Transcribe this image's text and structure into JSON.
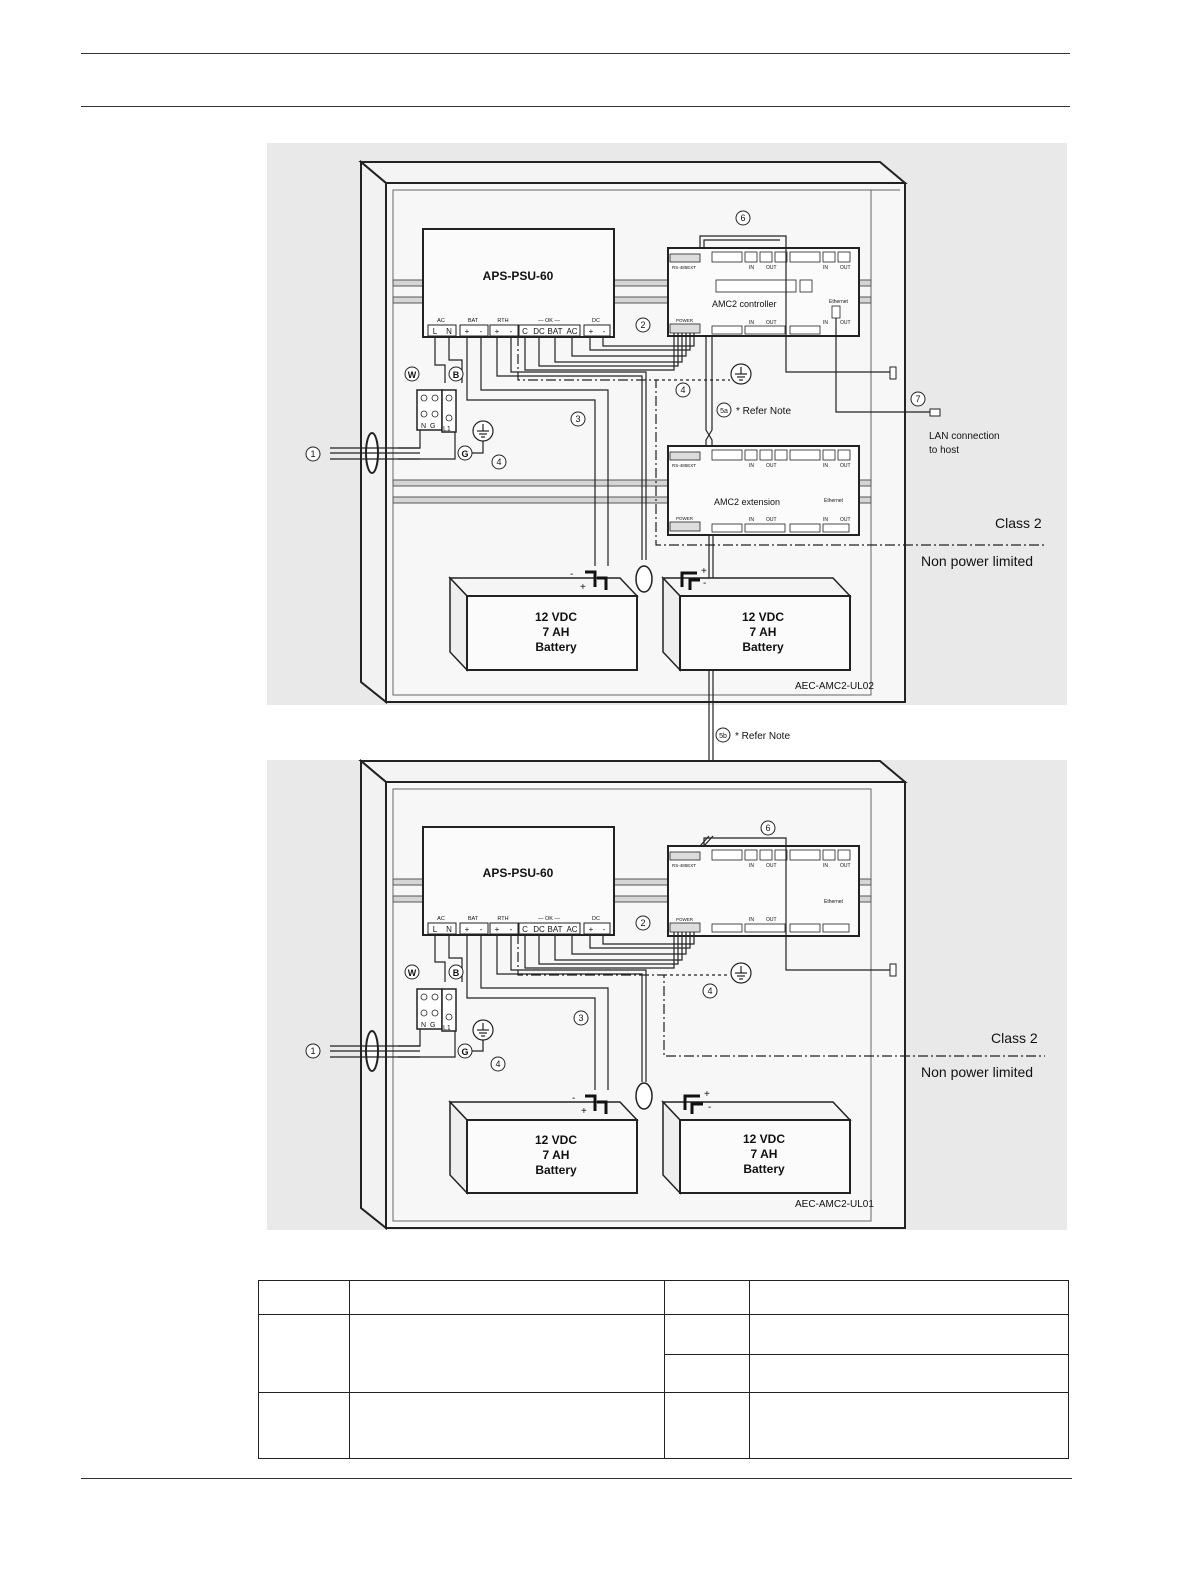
{
  "top_unit": {
    "model": "AEC-AMC2-UL02",
    "psu": "APS-PSU-60",
    "psu_terminal_groups": [
      "AC",
      "BAT",
      "RTH",
      "— OK —",
      "DC"
    ],
    "psu_terminals": [
      "L",
      "N",
      "+",
      "-",
      "+",
      "-",
      "C",
      "DC",
      "BAT",
      "AC",
      "+",
      "-"
    ],
    "controller_label": "AMC2 controller",
    "extension_label": "AMC2 extension",
    "module_labels": [
      "RS-485EXT",
      "POWER",
      "IN",
      "OUT",
      "Ethernet"
    ],
    "battery": [
      "12 VDC",
      "7 AH",
      "Battery"
    ],
    "refer_note": "* Refer Note",
    "lan_label": [
      "LAN connection",
      "to host"
    ],
    "class_label": "Class 2",
    "nonpower_label": "Non power limited"
  },
  "bottom_unit": {
    "model": "AEC-AMC2-UL01",
    "psu": "APS-PSU-60",
    "battery": [
      "12 VDC",
      "7 AH",
      "Battery"
    ],
    "refer_note": "* Refer Note",
    "class_label": "Class 2",
    "nonpower_label": "Non power limited"
  },
  "callouts": [
    "1",
    "2",
    "3",
    "4",
    "5a",
    "5b",
    "6",
    "7"
  ],
  "terminal_block_letters": [
    "W",
    "B",
    "N",
    "G",
    "L1",
    "G"
  ],
  "symbols": [
    "earth-ground-icon"
  ],
  "legend_table": {
    "rows": [
      [
        "",
        "",
        "",
        ""
      ],
      [
        "",
        "",
        "",
        ""
      ],
      [
        "",
        "",
        "",
        ""
      ],
      [
        "",
        "",
        "",
        ""
      ]
    ]
  }
}
